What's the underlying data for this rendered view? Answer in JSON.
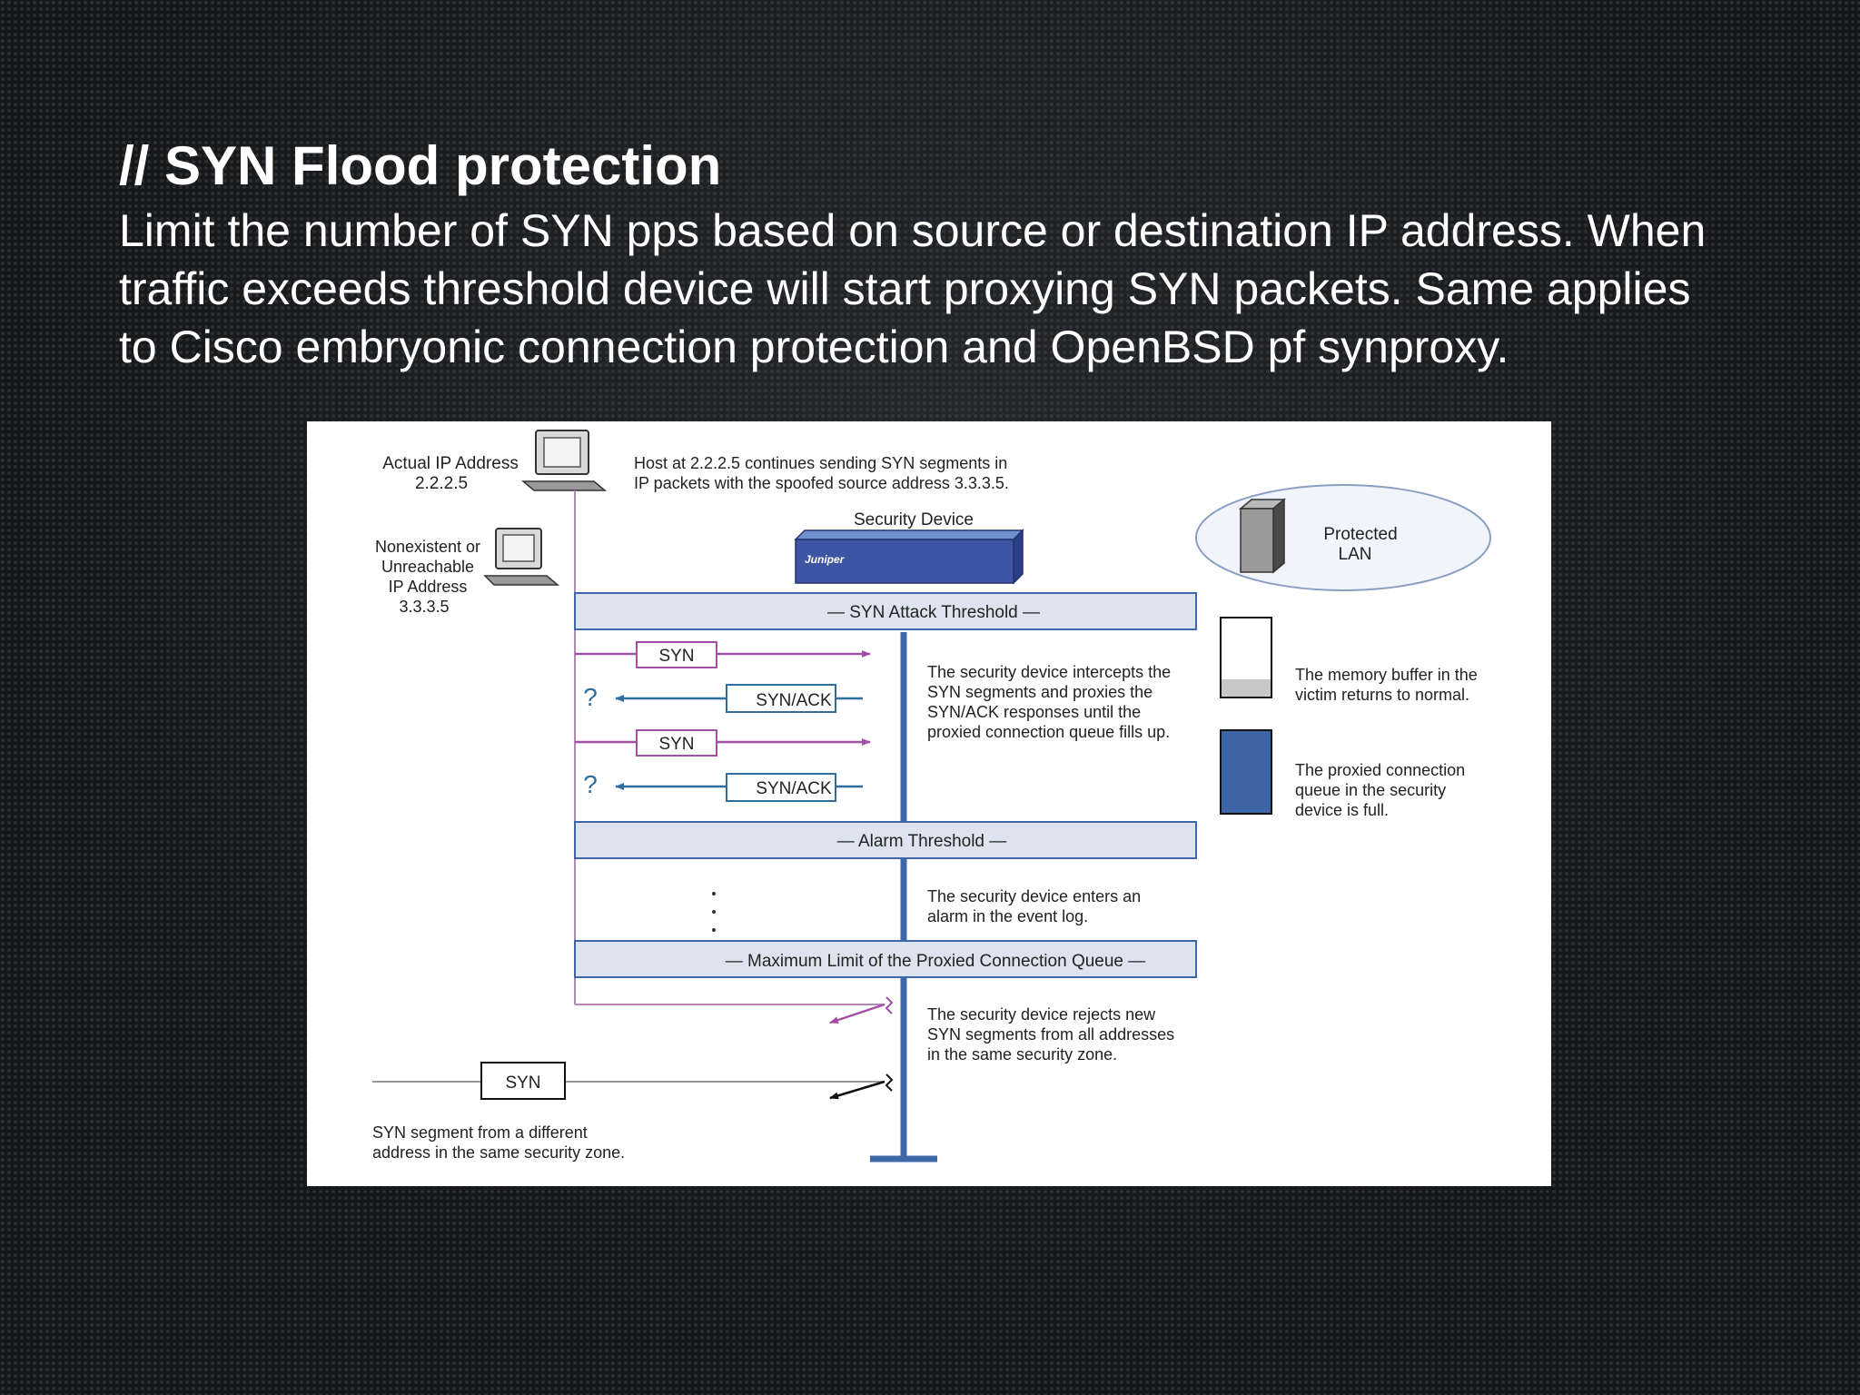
{
  "slide": {
    "title": "// SYN Flood protection",
    "body_lines": [
      "Limit the number of SYN pps based on source or destination IP address. When",
      "traffic exceeds threshold device will start proxying SYN packets. Same applies",
      "to Cisco embryonic connection protection and OpenBSD pf synproxy."
    ]
  },
  "diagram": {
    "actual_host": {
      "label": "Actual IP Address",
      "ip": "2.2.2.5"
    },
    "spoofed_host": {
      "lines": [
        "Nonexistent or",
        "Unreachable",
        "IP Address",
        "3.3.3.5"
      ]
    },
    "host_note": [
      "Host at 2.2.2.5 continues sending SYN segments in",
      "IP packets with the spoofed source address 3.3.3.5."
    ],
    "security_device": {
      "label": "Security Device",
      "brand": "Juniper"
    },
    "protected_lan": {
      "lines": [
        "Protected",
        "LAN"
      ]
    },
    "thresholds": {
      "syn_attack": "— SYN Attack Threshold —",
      "alarm": "— Alarm Threshold —",
      "max_queue": "— Maximum Limit of the Proxied Connection Queue —"
    },
    "packets": {
      "syn": "SYN",
      "synack": "SYN/ACK",
      "unknown": "?"
    },
    "notes": {
      "intercept": [
        "The security device intercepts the",
        "SYN segments and proxies the",
        "SYN/ACK responses until the",
        "proxied connection queue fills up."
      ],
      "alarm": [
        "The security device enters an",
        "alarm in the event log."
      ],
      "reject": [
        "The security device rejects new",
        "SYN segments from all addresses",
        "in the same security zone."
      ],
      "different_address": [
        "SYN segment from a different",
        "address in the same security zone."
      ]
    },
    "legend": {
      "memory_buffer": [
        "The memory buffer in the",
        "victim returns to normal."
      ],
      "proxied_queue": [
        "The proxied connection",
        "queue in the security",
        "device is full."
      ]
    },
    "colors": {
      "syn_arrow": "#a24fa6",
      "synack_arrow": "#2f6f9f",
      "device_line": "#3f68a8",
      "threshold_fill": "#dde3ef",
      "threshold_stroke": "#3f68a8",
      "queue_full": "#3d65a6",
      "buffer_normal": "#c8c8c8"
    }
  }
}
